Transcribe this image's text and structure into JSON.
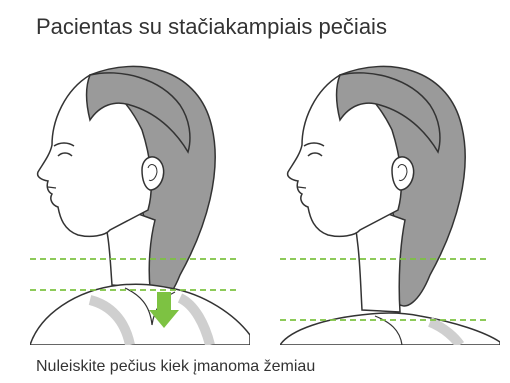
{
  "title": "Pacientas su stačiakampiais pečiais",
  "caption": "Nuleiskite pečius kiek įmanoma žemiau",
  "colors": {
    "hair": "#9a9a9a",
    "outline": "#333333",
    "skin": "#ffffff",
    "guide_line": "#7dc242",
    "arrow": "#7dc242",
    "text": "#333333"
  },
  "panels": [
    {
      "name": "before-adjustment",
      "has_arrow": true
    },
    {
      "name": "after-adjustment",
      "has_arrow": false
    }
  ]
}
